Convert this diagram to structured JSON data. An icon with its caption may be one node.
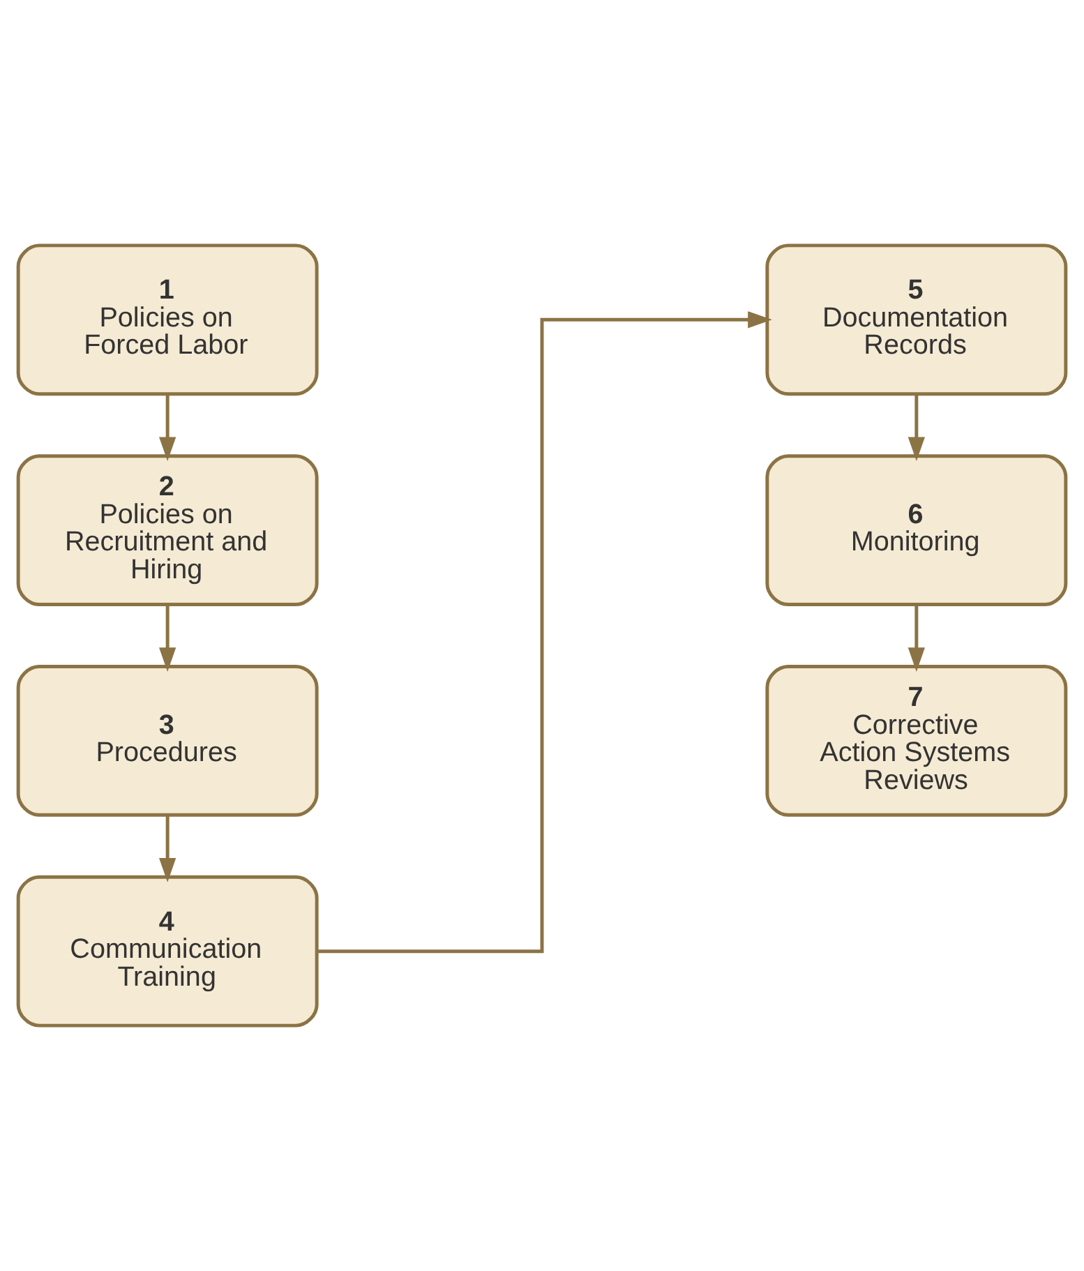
{
  "diagram": {
    "nodes": [
      {
        "text": [
          "1",
          "Policies on Forced Labor"
        ]
      },
      {
        "text": [
          "2",
          "Policies on Recruitment and Hiring"
        ]
      },
      {
        "text": [
          "3",
          "Procedures"
        ]
      },
      {
        "text": [
          "4",
          "Communication Training"
        ]
      },
      {
        "text": [
          "5",
          "Documentation Records"
        ]
      },
      {
        "text": [
          "6",
          "Monitoring"
        ]
      },
      {
        "text": [
          "7",
          "Corrective Action Systems Reviews"
        ]
      }
    ],
    "edges": [
      {
        "from": 0,
        "to": 1,
        "arrow": "to"
      },
      {
        "from": 1,
        "to": 2,
        "arrow": "to"
      },
      {
        "from": 2,
        "to": 3,
        "arrow": "to"
      },
      {
        "from": 3,
        "to": 4,
        "arrow": "to"
      },
      {
        "from": 4,
        "to": 5,
        "arrow": "to"
      },
      {
        "from": 5,
        "to": 6,
        "arrow": "to"
      }
    ]
  }
}
